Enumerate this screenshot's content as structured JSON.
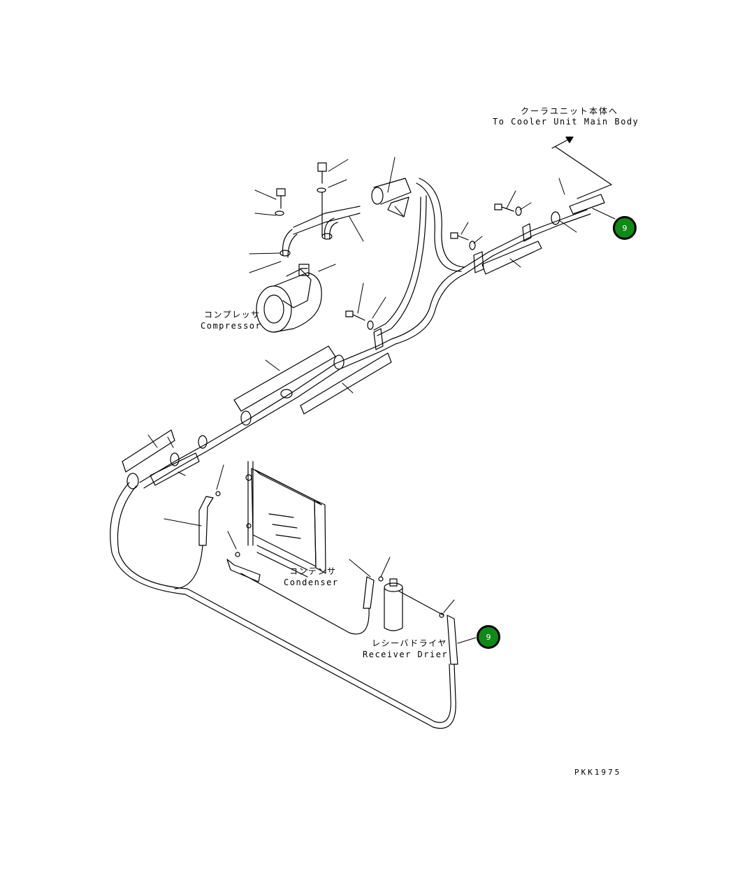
{
  "labels": {
    "cooler_jp": "クーラユニット本体へ",
    "cooler_en": "To Cooler Unit Main Body",
    "compressor_jp": "コンプレッサ",
    "compressor_en": "Compressor",
    "condenser_jp": "コンデンサ",
    "condenser_en": "Condenser",
    "receiver_jp": "レシーバドライヤ",
    "receiver_en": "Receiver Drier",
    "drawing_code": "PKK1975"
  },
  "callouts": [
    {
      "text": "9"
    },
    {
      "text": "9"
    }
  ],
  "colors": {
    "callout_fill": "#0f8a17",
    "line": "#000000"
  }
}
